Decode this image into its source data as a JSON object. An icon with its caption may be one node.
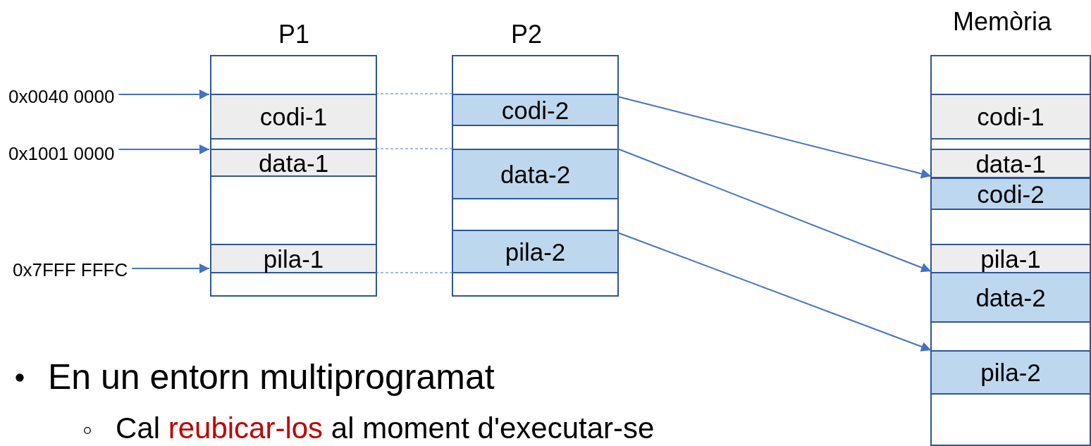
{
  "diagram": {
    "nodes": [
      {
        "text": [
          "P1"
        ]
      },
      {
        "text": [
          "codi-1"
        ],
        "in": 0
      },
      {
        "text": [
          "data-1"
        ],
        "in": 0
      },
      {
        "text": [
          "pila-1"
        ],
        "in": 0
      },
      {
        "text": [
          "P2"
        ]
      },
      {
        "text": [
          "codi-2"
        ],
        "in": 4
      },
      {
        "text": [
          "data-2"
        ],
        "in": 4
      },
      {
        "text": [
          "pila-2"
        ],
        "in": 4
      },
      {
        "text": [
          "Memòria"
        ]
      },
      {
        "text": [
          "codi-1"
        ],
        "in": 8
      },
      {
        "text": [
          "data-1"
        ],
        "in": 8
      },
      {
        "text": [
          "codi-2"
        ],
        "in": 8
      },
      {
        "text": [
          "pila-1"
        ],
        "in": 8
      },
      {
        "text": [
          "data-2"
        ],
        "in": 8
      },
      {
        "text": [
          "pila-2"
        ],
        "in": 8
      },
      {
        "text": [
          "0x0040 0000"
        ]
      },
      {
        "text": [
          "0x1001 0000"
        ]
      },
      {
        "text": [
          "0x7FFF FFFC"
        ]
      }
    ],
    "edges": [
      {
        "from": 15,
        "to": 0,
        "arrow": "to"
      },
      {
        "from": 16,
        "to": 0,
        "arrow": "to"
      },
      {
        "from": 17,
        "to": 0,
        "arrow": "to"
      },
      {
        "from": 1,
        "to": 5,
        "arrow": "none",
        "style": "dashed"
      },
      {
        "from": 2,
        "to": 6,
        "arrow": "none",
        "style": "dashed"
      },
      {
        "from": 3,
        "to": 7,
        "arrow": "none",
        "style": "dashed"
      },
      {
        "from": 5,
        "to": 11,
        "arrow": "to"
      },
      {
        "from": 6,
        "to": 13,
        "arrow": "to"
      },
      {
        "from": 7,
        "to": 14,
        "arrow": "to"
      }
    ],
    "labels": [
      "En un entorn multiprogramat",
      "Cal **reubicar-los** al moment d'executar-se"
    ]
  }
}
